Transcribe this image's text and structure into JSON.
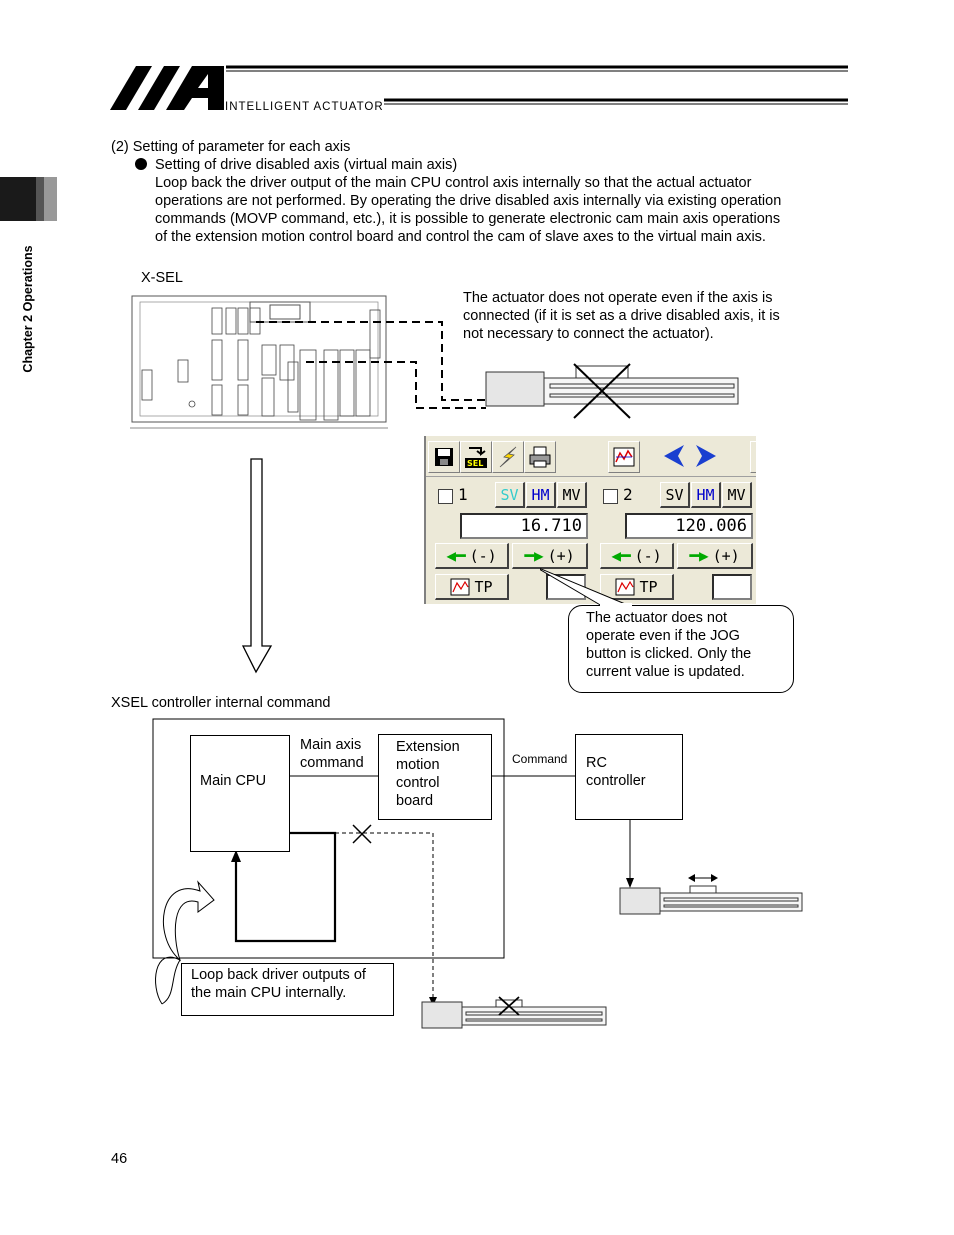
{
  "header": {
    "brand": "INTELLIGENT ACTUATOR"
  },
  "sidebar": {
    "chapter_label": "Chapter 2 Operations"
  },
  "section": {
    "heading": "(2)   Setting of parameter for each axis",
    "bullet_title": "Setting of drive disabled axis (virtual main axis)",
    "body_lines": [
      "Loop back the driver output of the main CPU control axis internally so that the actual actuator",
      "operations are not performed. By operating the drive disabled axis internally via existing operation",
      "commands (MOVP command, etc.), it is possible to generate electronic cam main axis operations",
      "of the extension motion control board and control the cam of slave axes to the virtual main axis."
    ]
  },
  "figure1": {
    "controller_label": "X-SEL",
    "note_lines": [
      "The actuator does not operate even if the axis is",
      "connected (if it is set as a drive disabled axis, it is",
      "not necessary to connect the actuator)."
    ],
    "callout_lines": [
      "The actuator does not",
      "operate even if the JOG",
      "button is clicked. Only the",
      "current value is updated."
    ]
  },
  "jog_panel": {
    "toolbar_icons": [
      "save-icon",
      "sel-transfer-icon",
      "flash-icon",
      "print-icon",
      "chart-icon",
      "left-arrow-icon",
      "right-arrow-icon"
    ],
    "axes": [
      {
        "number": "1",
        "buttons": [
          "SV",
          "HM",
          "MV"
        ],
        "position": "16.710",
        "jog_minus": "(-)",
        "jog_plus": "(+)",
        "tp": "TP"
      },
      {
        "number": "2",
        "buttons": [
          "SV",
          "HM",
          "MV"
        ],
        "position": "120.006",
        "jog_minus": "(-)",
        "jog_plus": "(+)",
        "tp": "TP"
      }
    ],
    "colors": {
      "sv_active": "#33cccc",
      "hm_mv": "#0000cc",
      "arrow": "#00aa00"
    }
  },
  "figure2": {
    "title": "XSEL controller internal command",
    "main_cpu": "Main CPU",
    "main_axis_command": [
      "Main axis",
      "command"
    ],
    "extension_board": [
      "Extension",
      "motion",
      "control",
      "board"
    ],
    "command_label": "Command",
    "rc_controller": [
      "RC",
      "controller"
    ],
    "loopback_lines": [
      "Loop back driver outputs of",
      "the main CPU internally."
    ]
  },
  "footer": {
    "page_number": "46"
  }
}
